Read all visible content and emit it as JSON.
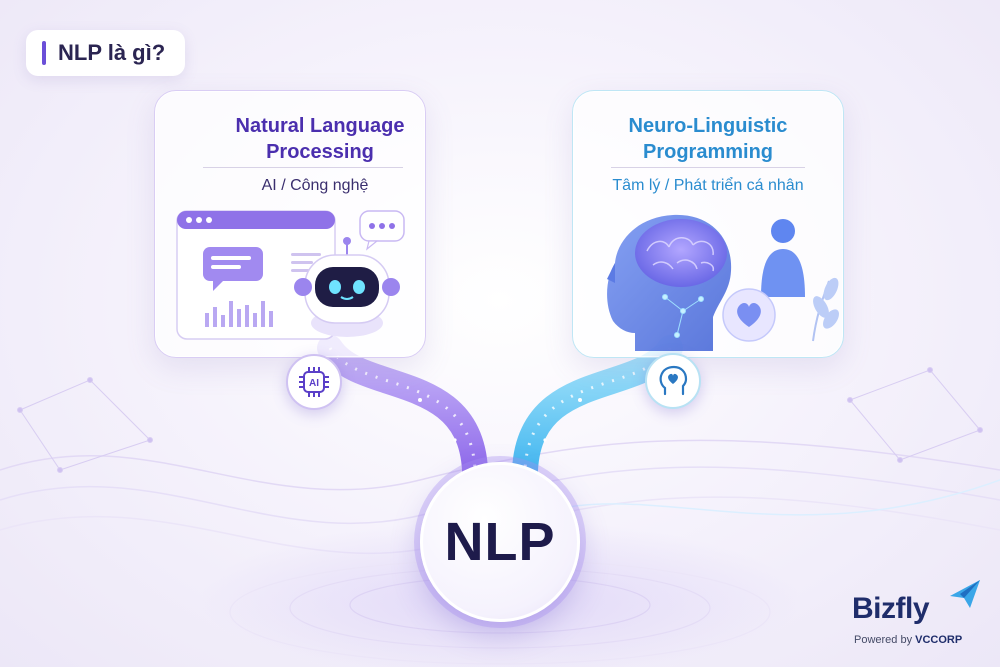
{
  "header": {
    "title": "NLP là gì?"
  },
  "cards": [
    {
      "id": "nlp-ai",
      "title_line1": "Natural Language",
      "title_line2": "Processing",
      "subtitle": "AI / Công nghệ",
      "badge_label": "AI"
    },
    {
      "id": "nlp-psych",
      "title_line1": "Neuro-Linguistic",
      "title_line2": "Programming",
      "subtitle": "Tâm lý / Phát triển cá nhân"
    }
  ],
  "center": {
    "label": "NLP"
  },
  "brand": {
    "name": "Bizfly",
    "powered_by": "Powered by",
    "partner": "VCCORP"
  },
  "icons": [
    "chatbot-window-icon",
    "robot-icon",
    "speech-bubble-icon",
    "brain-head-icon",
    "person-icon",
    "heart-icon",
    "leaf-icon",
    "ai-chip-icon",
    "heart-head-icon",
    "paper-plane-icon"
  ],
  "colors": {
    "purple": "#6b4fd8",
    "blue": "#2a8ccf",
    "navy": "#1e1b4b",
    "brand": "#1f2d6b"
  }
}
